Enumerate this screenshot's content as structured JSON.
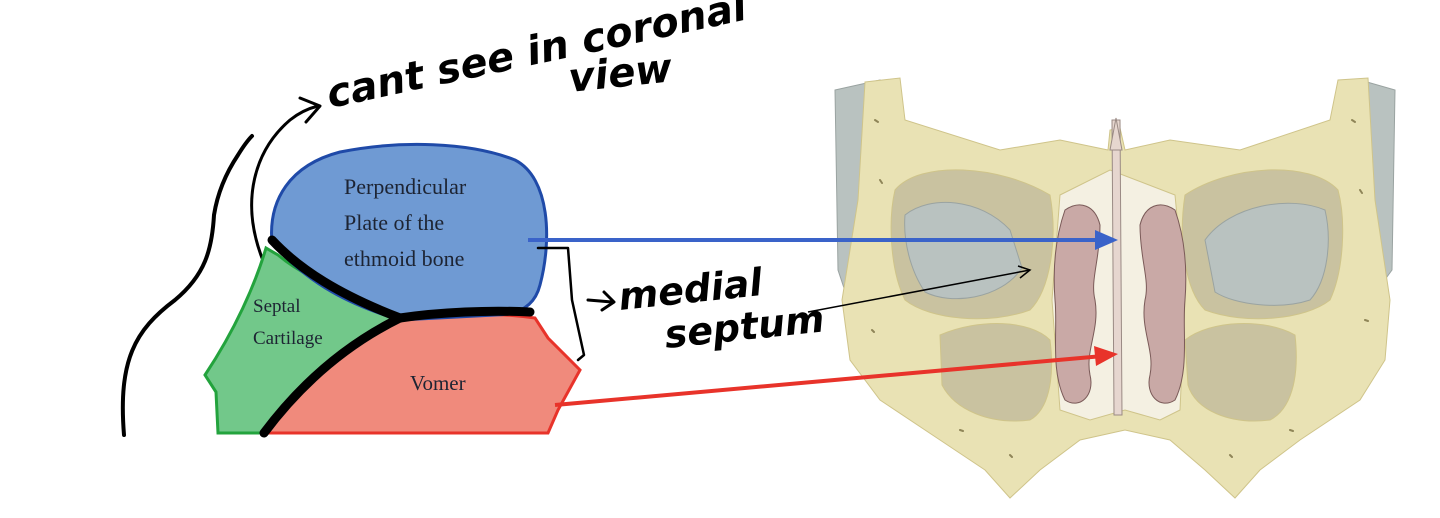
{
  "regions": {
    "perpendicular_plate": {
      "line1": "Perpendicular",
      "line2": "Plate of the",
      "line3": "ethmoid bone",
      "fill": "#6f9ad3",
      "stroke": "#1f4aa8"
    },
    "septal_cartilage": {
      "line1": "Septal",
      "line2": "Cartilage",
      "fill": "#72c88a",
      "stroke": "#23a33d"
    },
    "vomer": {
      "label": "Vomer",
      "fill": "#f08a7c",
      "stroke": "#e8332a"
    }
  },
  "annotations": {
    "coronal_line1": "cant see in coronal",
    "coronal_line2": "view",
    "medial_line1": "medial",
    "medial_line2": "septum"
  },
  "arrows": {
    "blue_color": "#3a63c9",
    "red_color": "#e8332a"
  },
  "skull_colors": {
    "bone": "#e9e2b4",
    "bone_dark": "#cfc48a",
    "sinus": "#c9c2a0",
    "gray": "#b9c2c0",
    "concha": "#c9a9a6"
  }
}
